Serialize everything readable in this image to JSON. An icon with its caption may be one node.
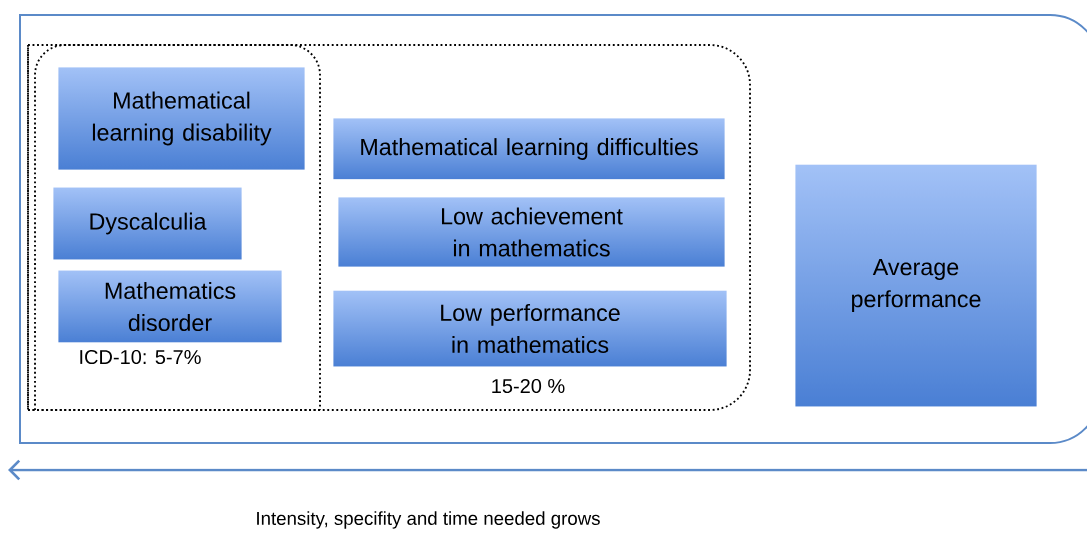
{
  "diagram": {
    "nodes": [
      {
        "text": [],
        "shape": "box"
      },
      {
        "text": [
          "15-20 %"
        ],
        "in": 0
      },
      {
        "text": [
          "ICD-10: 5-7%"
        ],
        "in": 1
      },
      {
        "text": [
          "Mathematical learning disability"
        ],
        "in": 2
      },
      {
        "text": [
          "Dyscalculia"
        ],
        "in": 2
      },
      {
        "text": [
          "Mathematics disorder"
        ],
        "in": 2
      },
      {
        "text": [
          "Mathematical learning difficulties"
        ],
        "in": 1
      },
      {
        "text": [
          "Low achievement in mathematics"
        ],
        "in": 1
      },
      {
        "text": [
          "Low performance in mathematics"
        ],
        "in": 1
      },
      {
        "text": [
          "Average performance"
        ],
        "in": 0
      }
    ],
    "edges": [],
    "labels": [
      "Intensity, specifity and time needed grows"
    ]
  }
}
